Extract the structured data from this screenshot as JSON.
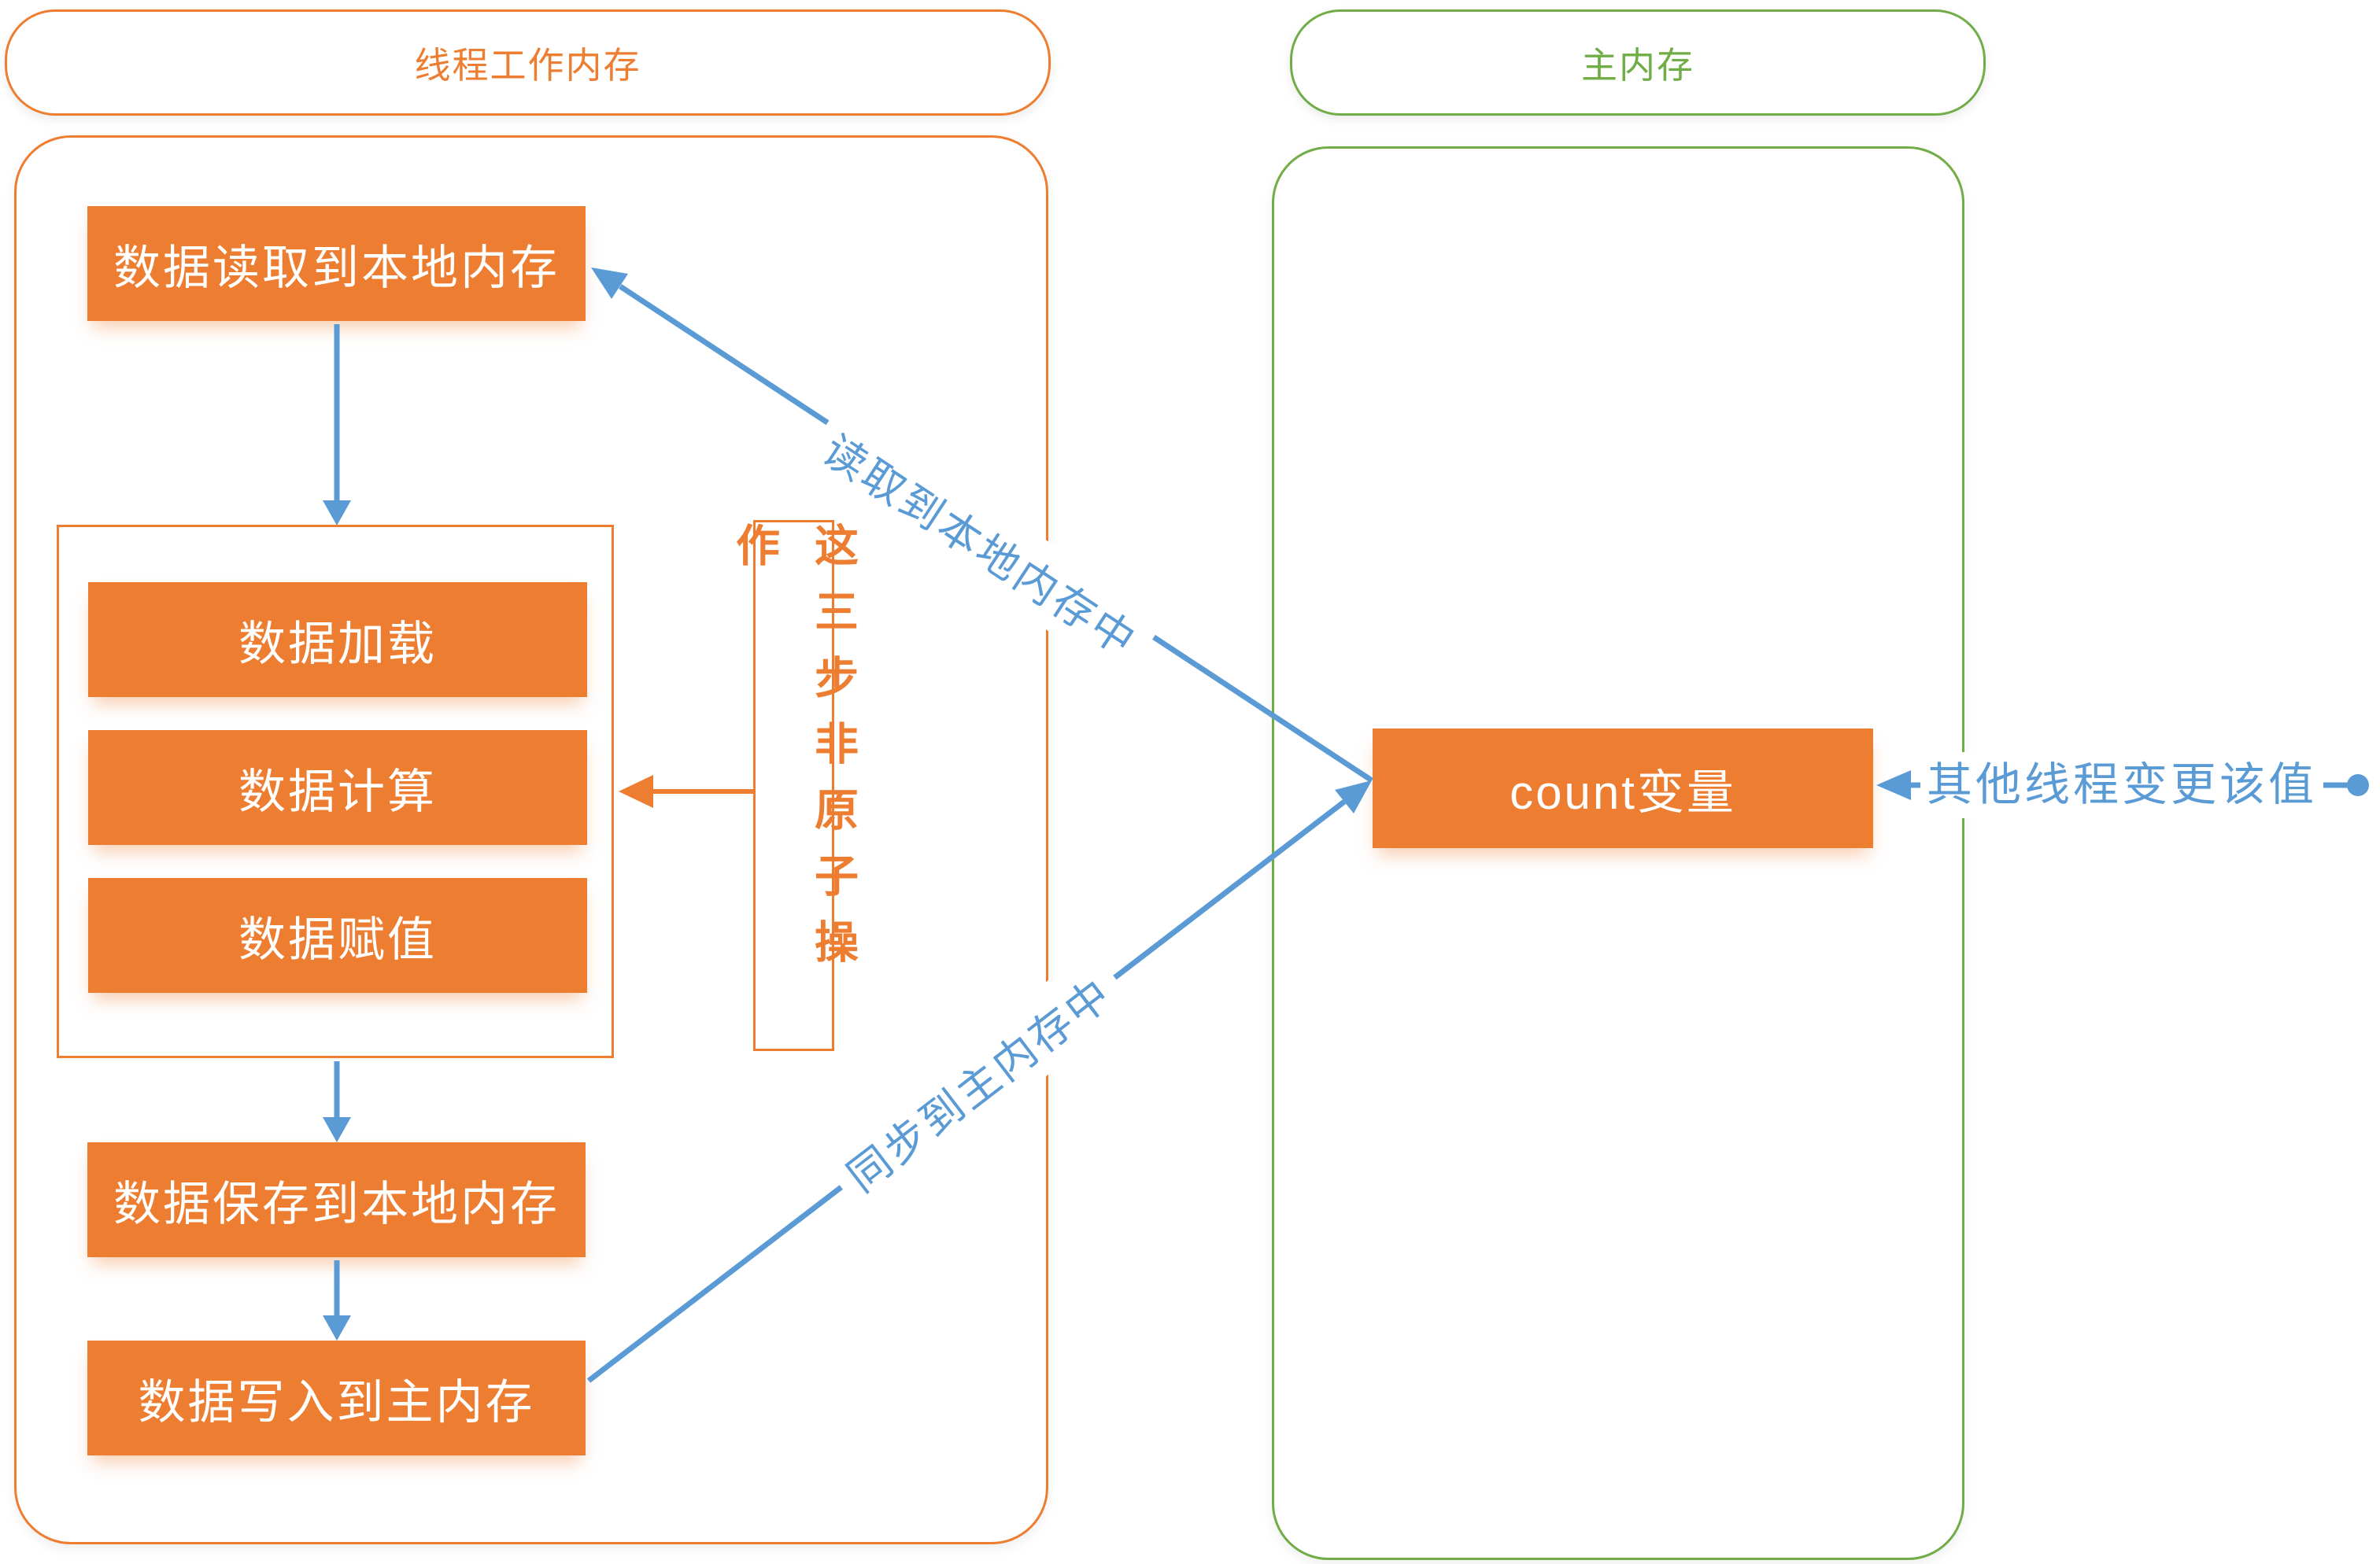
{
  "left_panel": {
    "title": "线程工作内存",
    "read_box": "数据读取到本地内存",
    "atomic_group": {
      "load": "数据加载",
      "compute": "数据计算",
      "assign": "数据赋值"
    },
    "save_box": "数据保存到本地内存",
    "write_box": "数据写入到主内存",
    "non_atomic_label": "这三步非原子操作"
  },
  "right_panel": {
    "title": "主内存",
    "count_box": "count变量"
  },
  "annotations": {
    "read_edge_label": "读取到本地内存中",
    "sync_edge_label": "同步到主内存中",
    "other_thread_label": "其他线程变更该值"
  },
  "colors": {
    "orange": "#ED7D31",
    "green": "#70AD47",
    "blue": "#5B9BD5",
    "box_text": "#FFFFFF",
    "background": "#FFFFFF"
  }
}
